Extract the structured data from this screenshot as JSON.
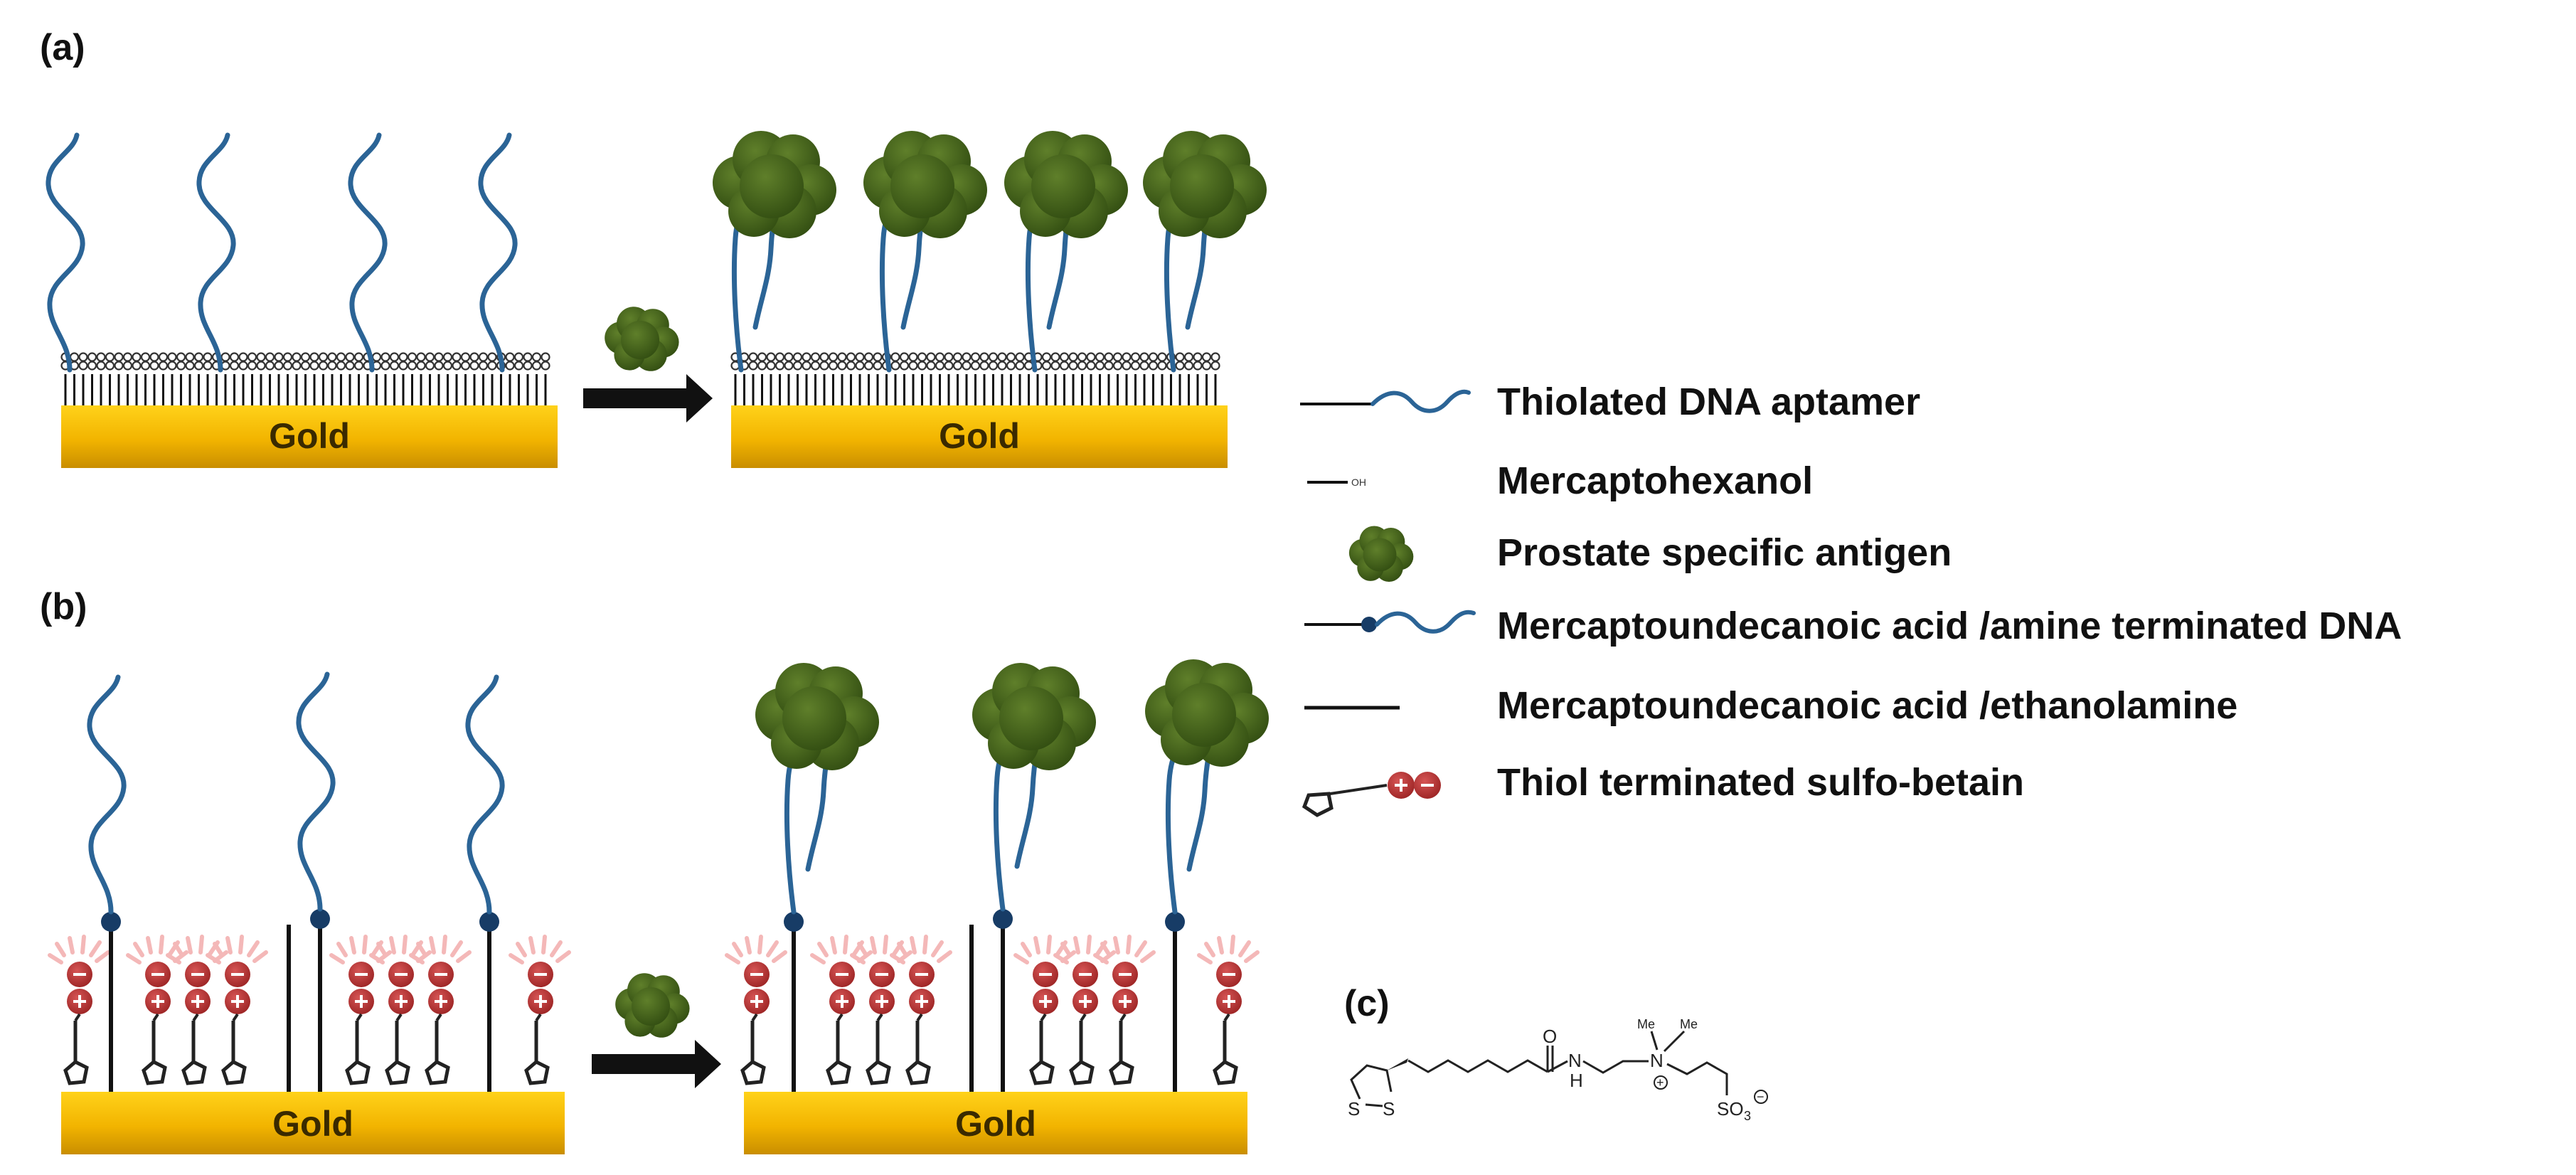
{
  "labels": {
    "a": "(a)",
    "b": "(b)",
    "c": "(c)"
  },
  "surface_label": "Gold",
  "legend": [
    {
      "icon": "thiolated-dna-aptamer-icon",
      "text": "Thiolated DNA aptamer"
    },
    {
      "icon": "mercaptohexanol-icon",
      "text": "Mercaptohexanol"
    },
    {
      "icon": "prostate-specific-antigen-icon",
      "text": "Prostate specific antigen"
    },
    {
      "icon": "mua-amine-dna-icon",
      "text": "Mercaptoundecanoic acid /amine terminated DNA"
    },
    {
      "icon": "mua-ethanolamine-icon",
      "text": "Mercaptoundecanoic acid /ethanolamine"
    },
    {
      "icon": "sulfobetaine-icon",
      "text": "Thiol terminated sulfo-betain"
    }
  ],
  "molecule": {
    "atoms": {
      "O": "O",
      "N_amide": "N",
      "H": "H",
      "N_plus": "N",
      "Me1": "Me",
      "Me2": "Me",
      "S1": "S",
      "S2": "S",
      "SO3": "SO",
      "sub3": "3",
      "charge_plus": "+",
      "charge_minus": "−",
      "mh_oh": "OH"
    }
  },
  "colors": {
    "gold": "#f6b800",
    "dna": "#2b6496",
    "antigen": "#3e5e16",
    "zwitter": "#b83333",
    "cloud": "#f4b8b8"
  }
}
